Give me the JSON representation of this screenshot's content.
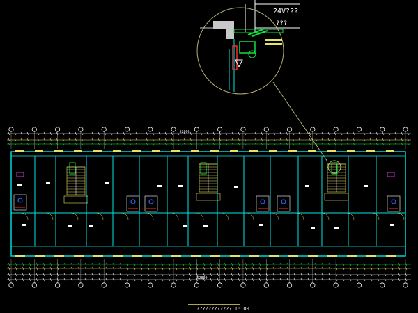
{
  "colors": {
    "background": "#000000",
    "wall": "#00e5e5",
    "dimension": "#e8e060",
    "stair": "#e8e060",
    "fixture": "#ffffff",
    "accent_green": "#10e040",
    "accent_red": "#ff2a2a",
    "accent_blue": "#3060ff",
    "callout": "#b8b070",
    "magenta": "#ff40ff"
  },
  "callout": {
    "line1": "24V???",
    "line2": "???"
  },
  "drawing": {
    "title": "???????????? 1:100",
    "overall_dimension": "52800"
  },
  "axes": {
    "count": 18
  }
}
